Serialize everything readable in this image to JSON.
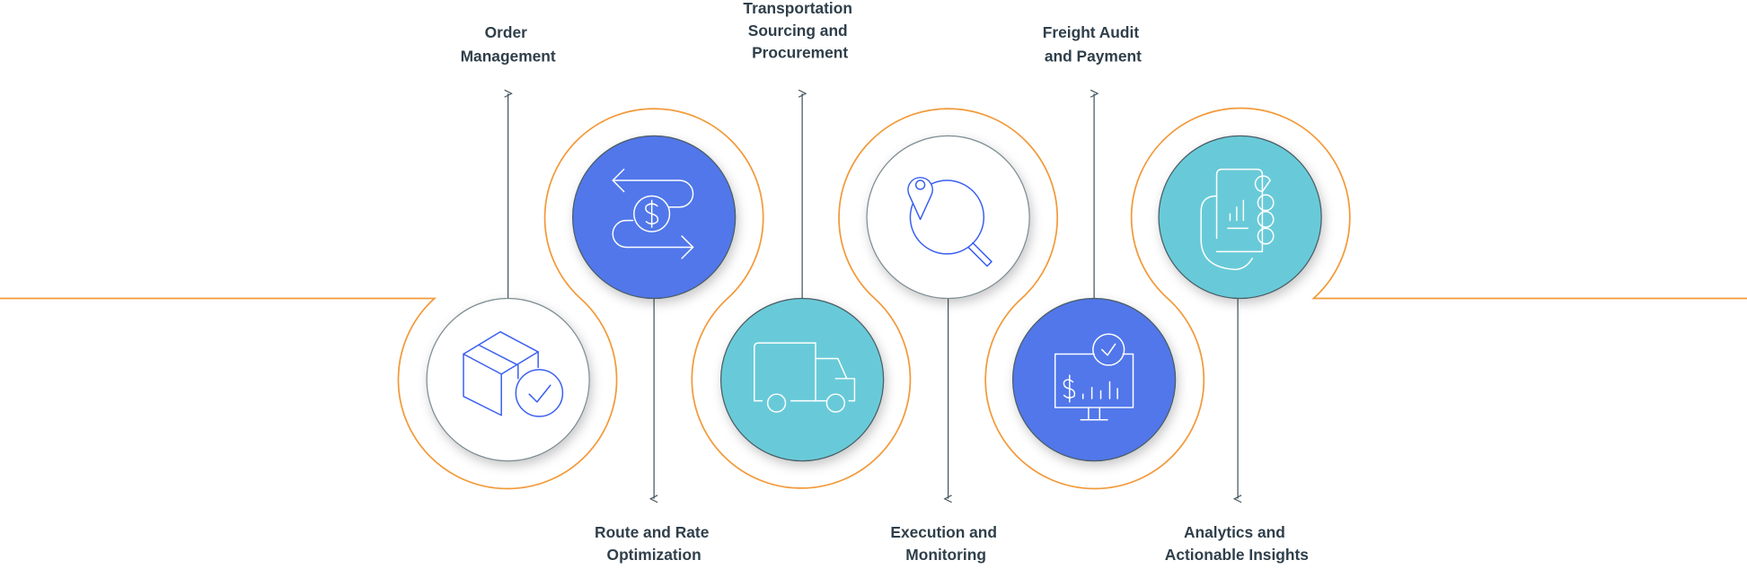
{
  "colors": {
    "orange": "#f29a3a",
    "blue": "#5177ea",
    "teal": "#67cad8",
    "white": "#ffffff",
    "line": "#44565f",
    "text": "#2f3f4a"
  },
  "steps": [
    {
      "label_lines": [
        "Order",
        "Management"
      ],
      "icon": "package-check-icon",
      "fill": "white"
    },
    {
      "label_lines": [
        "Route and Rate",
        "Optimization"
      ],
      "icon": "dollar-route-icon",
      "fill": "blue"
    },
    {
      "label_lines": [
        "Transportation",
        "Sourcing and",
        "Procurement"
      ],
      "icon": "truck-icon",
      "fill": "teal"
    },
    {
      "label_lines": [
        "Execution and",
        "Monitoring"
      ],
      "icon": "location-search-icon",
      "fill": "white"
    },
    {
      "label_lines": [
        "Freight Audit",
        "and Payment"
      ],
      "icon": "monitor-dollar-chart-icon",
      "fill": "blue"
    },
    {
      "label_lines": [
        "Analytics and",
        "Actionable Insights"
      ],
      "icon": "hand-phone-chart-icon",
      "fill": "teal"
    }
  ]
}
